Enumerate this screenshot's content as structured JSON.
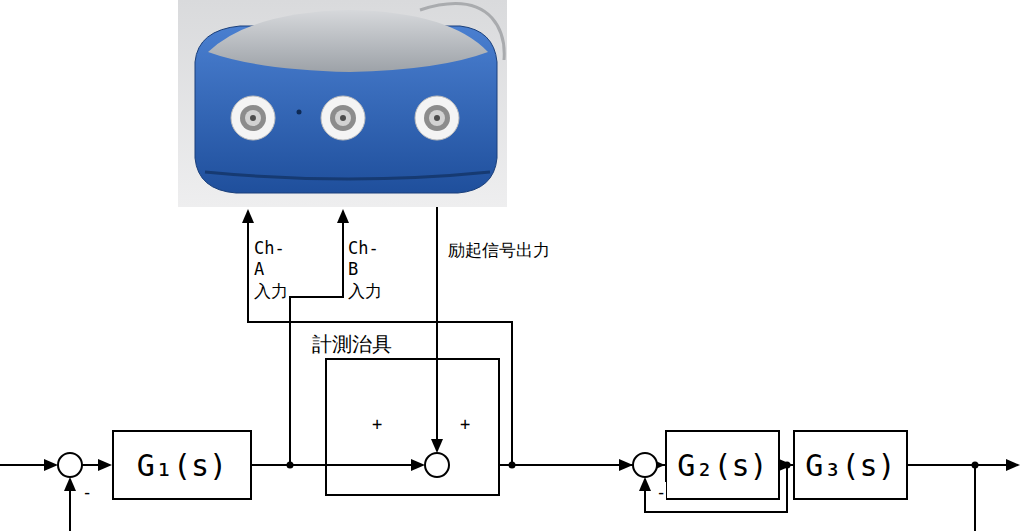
{
  "diagram": {
    "nodes": [
      {
        "text": [
          "G₁(s)"
        ]
      },
      {
        "text": [
          "計測治具"
        ]
      },
      {
        "text": [
          "G₂(s)"
        ]
      },
      {
        "text": [
          "G₃(s)"
        ]
      }
    ],
    "edges": [
      {
        "from": 0,
        "to": 1,
        "arrow": "none"
      },
      {
        "from": 1,
        "to": 2,
        "arrow": "to"
      },
      {
        "from": 2,
        "to": 3,
        "arrow": "to"
      }
    ],
    "labels": [
      "Ch-A 入力",
      "Ch-B 入力",
      "励起信号出力",
      "+",
      "+",
      "-",
      "-"
    ]
  }
}
